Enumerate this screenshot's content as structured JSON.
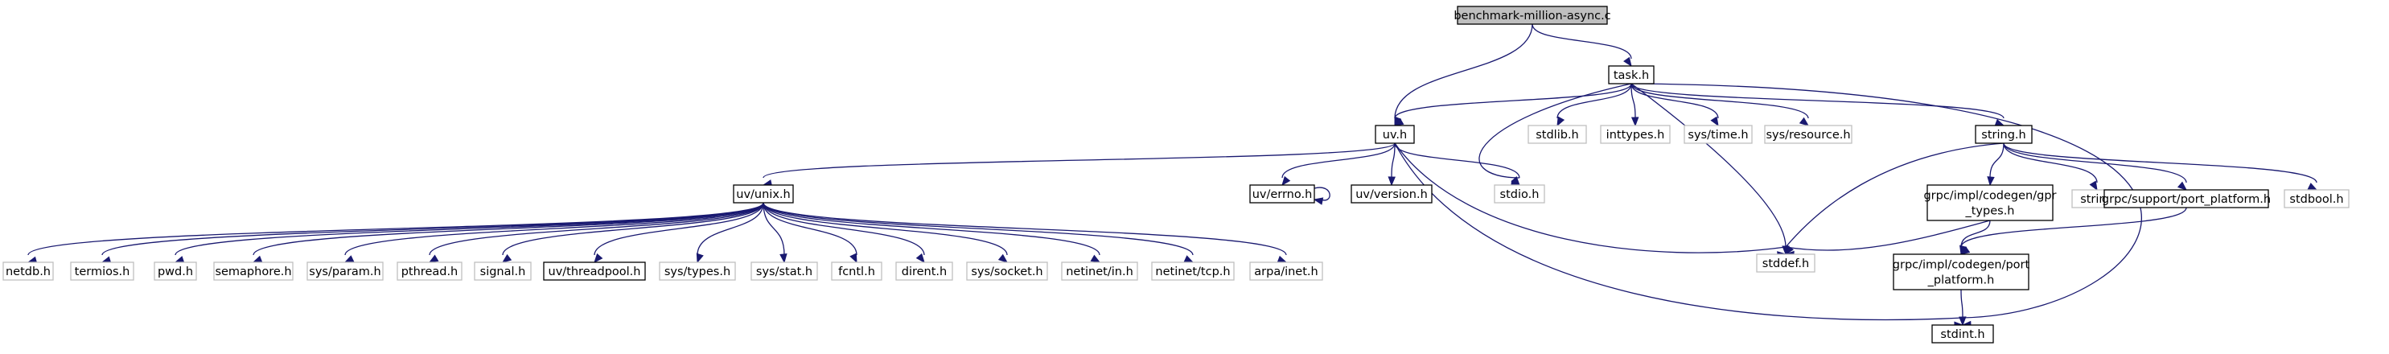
{
  "diagram": {
    "colors": {
      "edge": "#191970",
      "root_fill": "#bfbfbf",
      "box_fill": "#ffffff",
      "box_stroke_solid": "#000000",
      "box_stroke_external": "#bfbfbf"
    },
    "nodes": [
      {
        "id": "root",
        "lines": [
          "benchmark-million-async.c"
        ],
        "kind": "root"
      },
      {
        "id": "task_h",
        "lines": [
          "task.h"
        ],
        "kind": "solid"
      },
      {
        "id": "uv_h",
        "lines": [
          "uv.h"
        ],
        "kind": "solid"
      },
      {
        "id": "stdlib_h",
        "lines": [
          "stdlib.h"
        ],
        "kind": "external"
      },
      {
        "id": "inttypes_h",
        "lines": [
          "inttypes.h"
        ],
        "kind": "external"
      },
      {
        "id": "sys_time_h",
        "lines": [
          "sys/time.h"
        ],
        "kind": "external"
      },
      {
        "id": "sys_resource_h",
        "lines": [
          "sys/resource.h"
        ],
        "kind": "external"
      },
      {
        "id": "string_h",
        "lines": [
          "string.h"
        ],
        "kind": "solid"
      },
      {
        "id": "uv_unix_h",
        "lines": [
          "uv/unix.h"
        ],
        "kind": "solid"
      },
      {
        "id": "uv_errno_h",
        "lines": [
          "uv/errno.h"
        ],
        "kind": "solid"
      },
      {
        "id": "uv_version_h",
        "lines": [
          "uv/version.h"
        ],
        "kind": "solid"
      },
      {
        "id": "stdio_h",
        "lines": [
          "stdio.h"
        ],
        "kind": "external"
      },
      {
        "id": "gpr_types_h",
        "lines": [
          "grpc/impl/codegen/gpr",
          "_types.h"
        ],
        "kind": "solid"
      },
      {
        "id": "string",
        "lines": [
          "string"
        ],
        "kind": "external"
      },
      {
        "id": "port_platform_h",
        "lines": [
          "grpc/support/port_platform.h"
        ],
        "kind": "solid"
      },
      {
        "id": "stdbool_h",
        "lines": [
          "stdbool.h"
        ],
        "kind": "external"
      },
      {
        "id": "stddef_h",
        "lines": [
          "stddef.h"
        ],
        "kind": "external"
      },
      {
        "id": "codegen_port_platform_h",
        "lines": [
          "grpc/impl/codegen/port",
          "_platform.h"
        ],
        "kind": "solid"
      },
      {
        "id": "stdint_h",
        "lines": [
          "stdint.h"
        ],
        "kind": "solid"
      },
      {
        "id": "netdb_h",
        "lines": [
          "netdb.h"
        ],
        "kind": "external"
      },
      {
        "id": "termios_h",
        "lines": [
          "termios.h"
        ],
        "kind": "external"
      },
      {
        "id": "pwd_h",
        "lines": [
          "pwd.h"
        ],
        "kind": "external"
      },
      {
        "id": "semaphore_h",
        "lines": [
          "semaphore.h"
        ],
        "kind": "external"
      },
      {
        "id": "sys_param_h",
        "lines": [
          "sys/param.h"
        ],
        "kind": "external"
      },
      {
        "id": "pthread_h",
        "lines": [
          "pthread.h"
        ],
        "kind": "external"
      },
      {
        "id": "signal_h",
        "lines": [
          "signal.h"
        ],
        "kind": "external"
      },
      {
        "id": "uv_threadpool_h",
        "lines": [
          "uv/threadpool.h"
        ],
        "kind": "solid"
      },
      {
        "id": "sys_types_h",
        "lines": [
          "sys/types.h"
        ],
        "kind": "external"
      },
      {
        "id": "sys_stat_h",
        "lines": [
          "sys/stat.h"
        ],
        "kind": "external"
      },
      {
        "id": "fcntl_h",
        "lines": [
          "fcntl.h"
        ],
        "kind": "external"
      },
      {
        "id": "dirent_h",
        "lines": [
          "dirent.h"
        ],
        "kind": "external"
      },
      {
        "id": "sys_socket_h",
        "lines": [
          "sys/socket.h"
        ],
        "kind": "external"
      },
      {
        "id": "netinet_in_h",
        "lines": [
          "netinet/in.h"
        ],
        "kind": "external"
      },
      {
        "id": "netinet_tcp_h",
        "lines": [
          "netinet/tcp.h"
        ],
        "kind": "external"
      },
      {
        "id": "arpa_inet_h",
        "lines": [
          "arpa/inet.h"
        ],
        "kind": "external"
      }
    ],
    "edges": [
      [
        "root",
        "uv_h"
      ],
      [
        "root",
        "task_h"
      ],
      [
        "task_h",
        "uv_h"
      ],
      [
        "task_h",
        "stdlib_h"
      ],
      [
        "task_h",
        "inttypes_h"
      ],
      [
        "task_h",
        "sys_time_h"
      ],
      [
        "task_h",
        "sys_resource_h"
      ],
      [
        "task_h",
        "string_h"
      ],
      [
        "task_h",
        "stdio_h"
      ],
      [
        "task_h",
        "stddef_h"
      ],
      [
        "task_h",
        "stdint_h"
      ],
      [
        "uv_h",
        "uv_unix_h"
      ],
      [
        "uv_h",
        "uv_errno_h"
      ],
      [
        "uv_h",
        "uv_version_h"
      ],
      [
        "uv_h",
        "stdio_h"
      ],
      [
        "uv_h",
        "stddef_h"
      ],
      [
        "uv_h",
        "stdint_h"
      ],
      [
        "uv_errno_h",
        "uv_errno_h"
      ],
      [
        "string_h",
        "gpr_types_h"
      ],
      [
        "string_h",
        "string"
      ],
      [
        "string_h",
        "port_platform_h"
      ],
      [
        "string_h",
        "stdbool_h"
      ],
      [
        "string_h",
        "stddef_h"
      ],
      [
        "gpr_types_h",
        "stddef_h"
      ],
      [
        "gpr_types_h",
        "codegen_port_platform_h"
      ],
      [
        "port_platform_h",
        "codegen_port_platform_h"
      ],
      [
        "codegen_port_platform_h",
        "stdint_h"
      ],
      [
        "uv_unix_h",
        "netdb_h"
      ],
      [
        "uv_unix_h",
        "termios_h"
      ],
      [
        "uv_unix_h",
        "pwd_h"
      ],
      [
        "uv_unix_h",
        "semaphore_h"
      ],
      [
        "uv_unix_h",
        "sys_param_h"
      ],
      [
        "uv_unix_h",
        "pthread_h"
      ],
      [
        "uv_unix_h",
        "signal_h"
      ],
      [
        "uv_unix_h",
        "uv_threadpool_h"
      ],
      [
        "uv_unix_h",
        "sys_types_h"
      ],
      [
        "uv_unix_h",
        "sys_stat_h"
      ],
      [
        "uv_unix_h",
        "fcntl_h"
      ],
      [
        "uv_unix_h",
        "dirent_h"
      ],
      [
        "uv_unix_h",
        "sys_socket_h"
      ],
      [
        "uv_unix_h",
        "netinet_in_h"
      ],
      [
        "uv_unix_h",
        "netinet_tcp_h"
      ],
      [
        "uv_unix_h",
        "arpa_inet_h"
      ]
    ]
  }
}
